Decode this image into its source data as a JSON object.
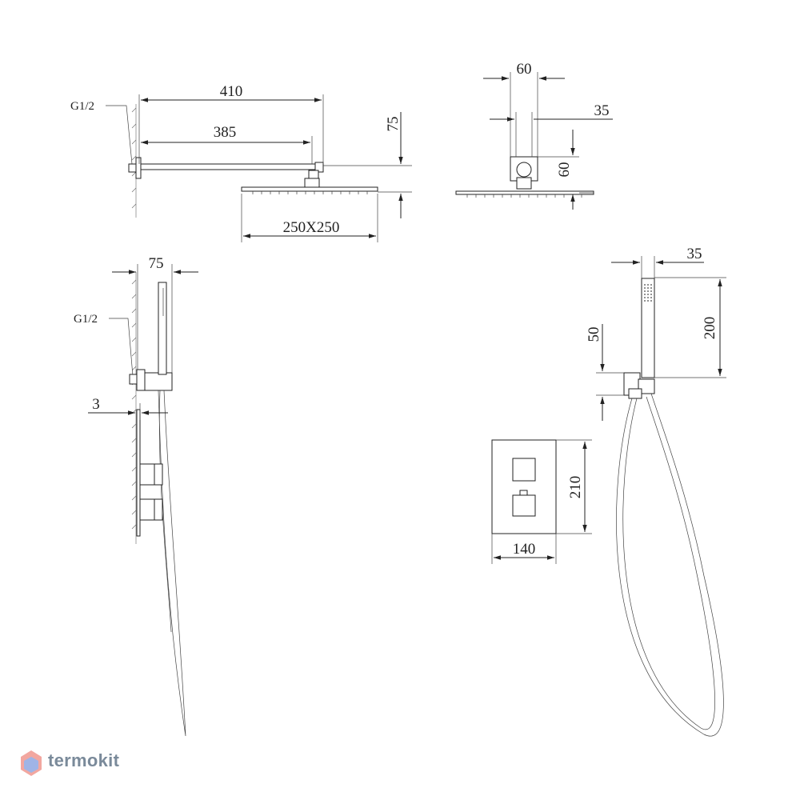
{
  "dimensions": {
    "arm_outer": "410",
    "arm_inner": "385",
    "arm_height": "75",
    "head_size": "250X250",
    "top_width": "60",
    "top_side": "35",
    "top_height": "60",
    "hand_depth": "75",
    "wall_gap": "3",
    "hand_width": "35",
    "holder_height": "50",
    "hand_length": "200",
    "panel_height": "210",
    "panel_width": "140"
  },
  "labels": {
    "thread_top": "G1/2",
    "thread_side": "G1/2"
  },
  "brand": {
    "name": "termokit",
    "color": "#7a8a9a"
  }
}
